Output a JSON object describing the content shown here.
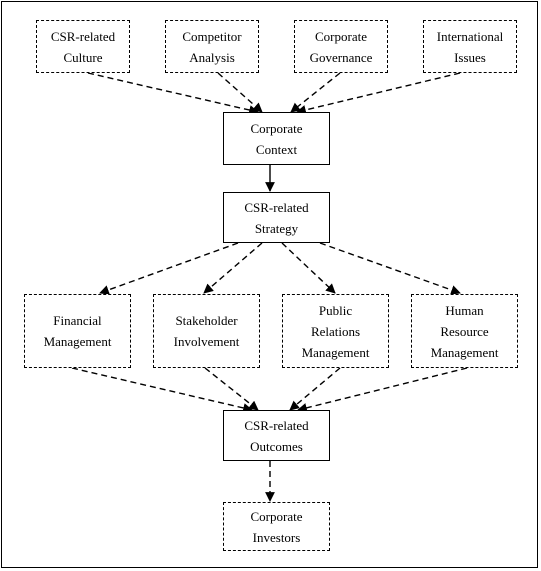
{
  "diagram": {
    "row_top": [
      {
        "id": "csr-culture",
        "label": "CSR-related\nCulture"
      },
      {
        "id": "competitor-analysis",
        "label": "Competitor\nAnalysis"
      },
      {
        "id": "corporate-governance",
        "label": "Corporate\nGovernance"
      },
      {
        "id": "international-issues",
        "label": "International\nIssues"
      }
    ],
    "corporate_context": "Corporate\nContext",
    "csr_strategy": "CSR-related\nStrategy",
    "row_middle": [
      {
        "id": "financial-management",
        "label": "Financial\nManagement"
      },
      {
        "id": "stakeholder-involvement",
        "label": "Stakeholder\nInvolvement"
      },
      {
        "id": "public-relations-management",
        "label": "Public\nRelations\nManagement"
      },
      {
        "id": "human-resource-management",
        "label": "Human\nResource\nManagement"
      }
    ],
    "csr_outcomes": "CSR-related\nOutcomes",
    "corporate_investors": "Corporate\nInvestors"
  }
}
